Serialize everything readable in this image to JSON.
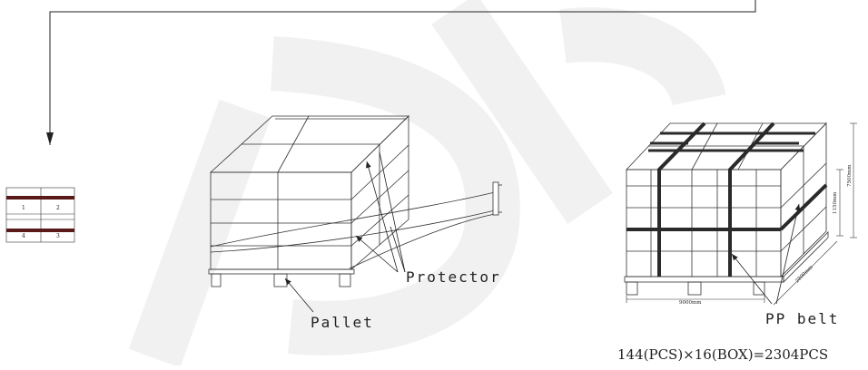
{
  "labels": {
    "protector": "Protector",
    "pallet": "Pallet",
    "pp_belt": "PP belt",
    "formula": "144(PCS)×16(BOX)=2304PCS"
  },
  "layer_diagram": {
    "cells": [
      "1",
      "2",
      "4",
      "3"
    ]
  },
  "dimensions": {
    "length": "9000mm",
    "width": "2800mm",
    "height_inner": "1150mm",
    "height_total": "7500mm"
  }
}
